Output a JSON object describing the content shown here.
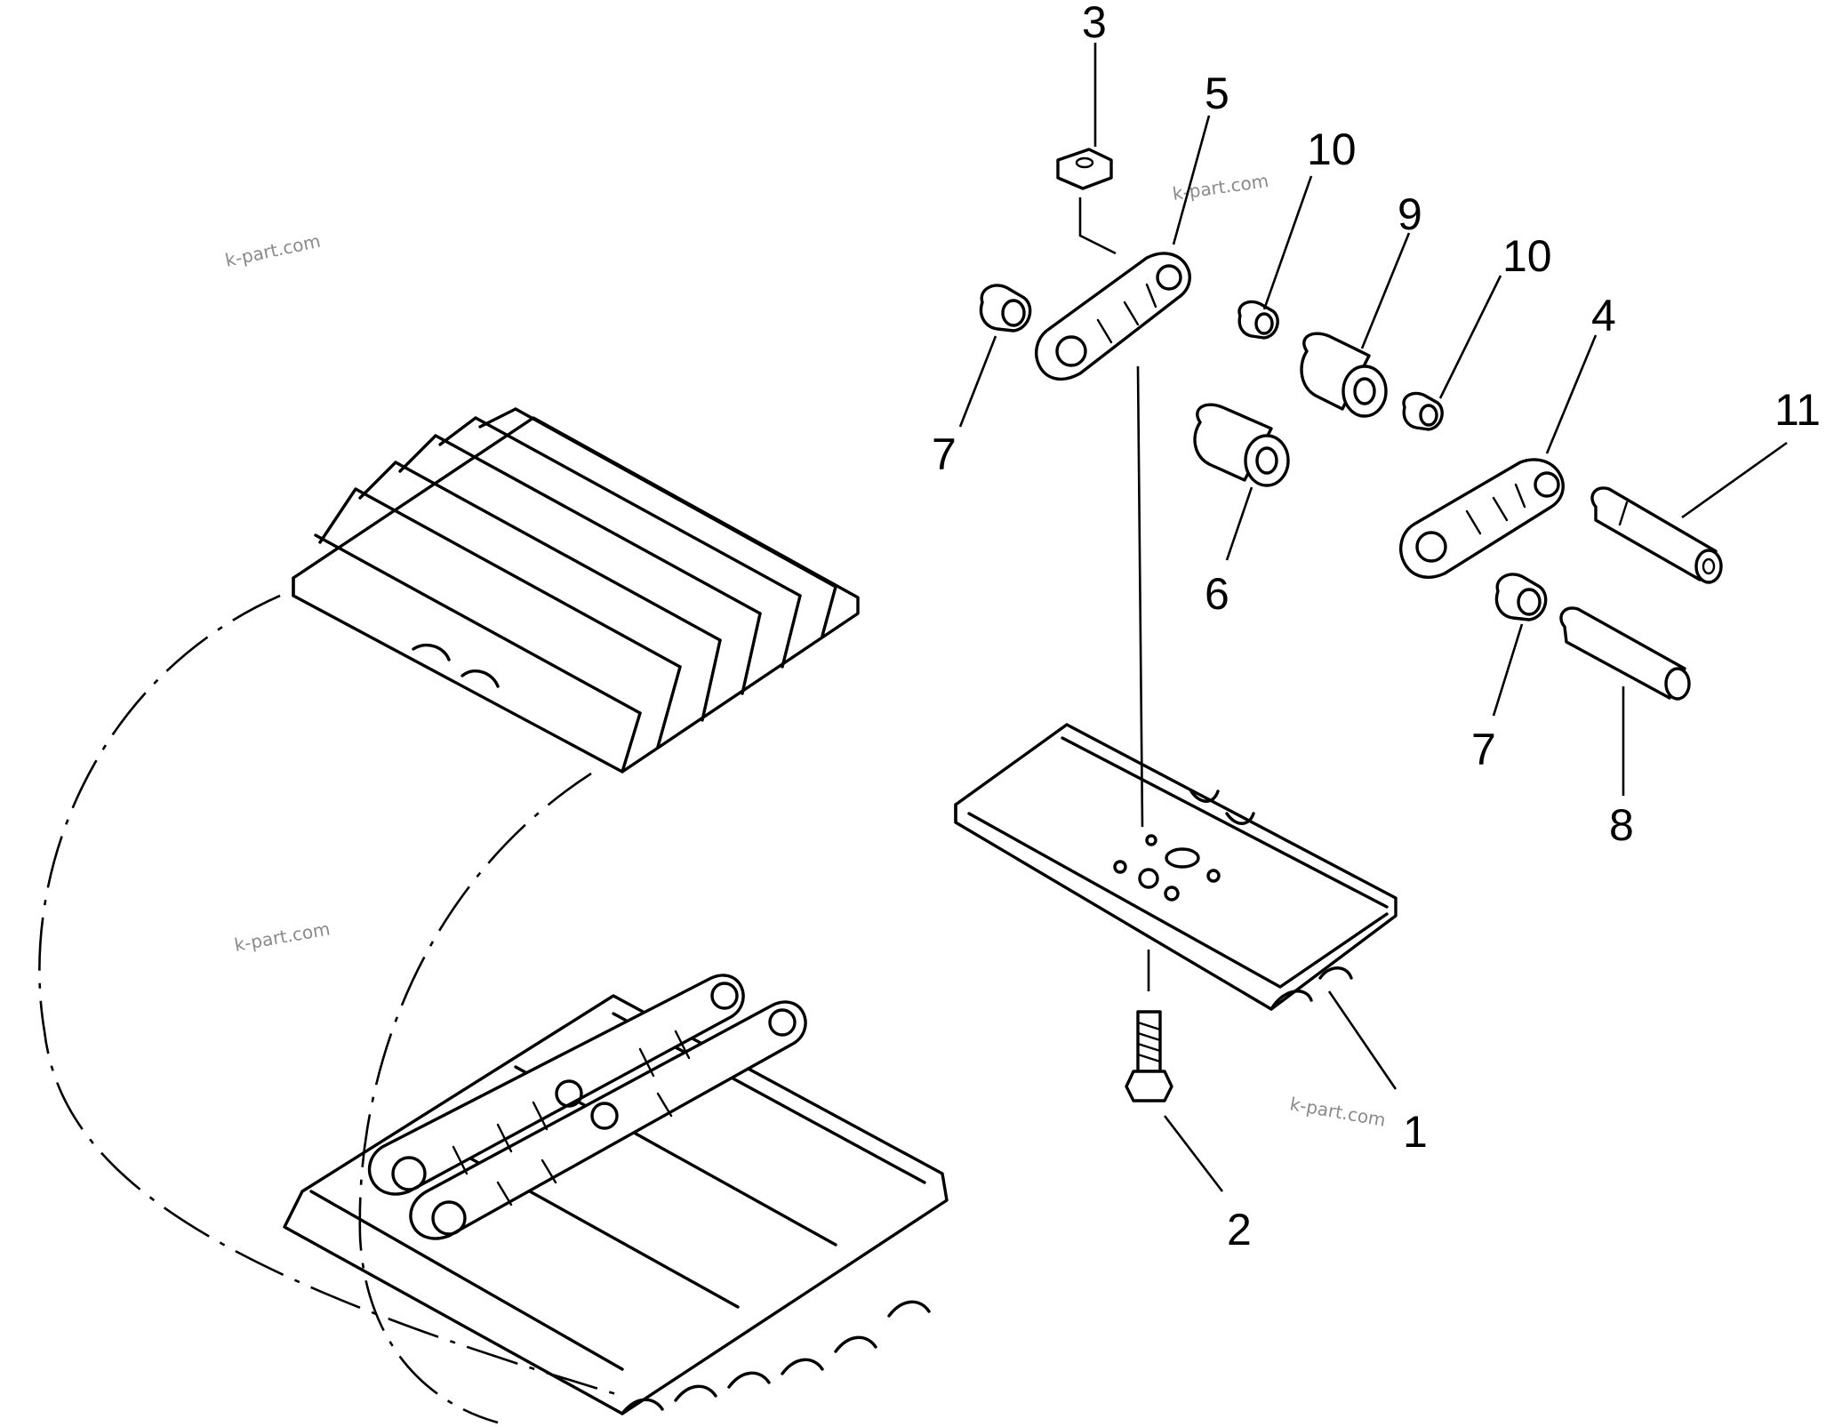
{
  "callouts": [
    {
      "id": "1",
      "text": "1"
    },
    {
      "id": "2",
      "text": "2"
    },
    {
      "id": "3",
      "text": "3"
    },
    {
      "id": "4",
      "text": "4"
    },
    {
      "id": "5",
      "text": "5"
    },
    {
      "id": "6",
      "text": "6"
    },
    {
      "id": "7a",
      "text": "7"
    },
    {
      "id": "7b",
      "text": "7"
    },
    {
      "id": "8",
      "text": "8"
    },
    {
      "id": "9",
      "text": "9"
    },
    {
      "id": "10a",
      "text": "10"
    },
    {
      "id": "10b",
      "text": "10"
    },
    {
      "id": "11",
      "text": "11"
    }
  ],
  "watermarks": [
    "k-part.com",
    "k-part.com",
    "k-part.com",
    "k-part.com"
  ],
  "colors": {
    "ink": "#000000",
    "background": "#ffffff",
    "watermark": "#8a8a8a"
  }
}
